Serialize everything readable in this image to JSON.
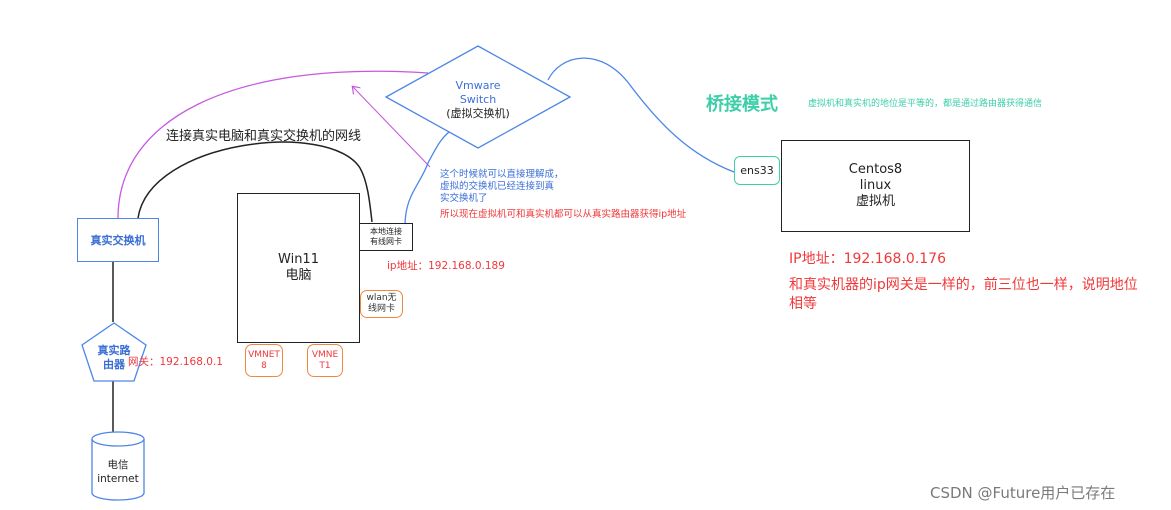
{
  "title": "桥接模式",
  "title_note": "虚拟机和真实机的地位是平等的，都是通过路由器获得通信",
  "switch": {
    "line1": "Vmware",
    "line2": "Switch",
    "line3": "(虚拟交换机)"
  },
  "cable_label": "连接真实电脑和真实交换机的网线",
  "real_switch": "真实交换机",
  "router": {
    "line1": "真实路",
    "line2": "由器"
  },
  "gateway": "网关：192.168.0.1",
  "telecom": {
    "line1": "电信",
    "line2": "internet"
  },
  "pc": {
    "line1": "Win11",
    "line2": "电脑"
  },
  "local_nic": {
    "line1": "本地连接",
    "line2": "有线网卡"
  },
  "pc_ip": "ip地址：192.168.0.189",
  "wlan": {
    "line1": "wlan无",
    "line2": "线网卡"
  },
  "vmnet8": {
    "line1": "VMNET",
    "line2": "8"
  },
  "vmnet1": {
    "line1": "VMNE",
    "line2": "T1"
  },
  "blue_note": {
    "line1": "这个时候就可以直接理解成，",
    "line2": "虚拟的交换机已经连接到真",
    "line3": "实交换机了"
  },
  "red_note": "所以现在虚拟机可和真实机都可以从真实路由器获得ip地址",
  "vm": {
    "line1": "Centos8",
    "line2": "linux",
    "line3": "虚拟机"
  },
  "ens33": "ens33",
  "vm_ip": "IP地址：192.168.0.176",
  "vm_note": {
    "line1": "和真实机器的ip网关是一样的，前三位也一样，说明地位",
    "line2": "相等"
  },
  "watermark": "CSDN @Future用户已存在",
  "colors": {
    "blue": "#3b6fd6",
    "red": "#f0383a",
    "teal": "#3dcfa8",
    "orange": "#f0883e",
    "purple": "#c659e0"
  }
}
